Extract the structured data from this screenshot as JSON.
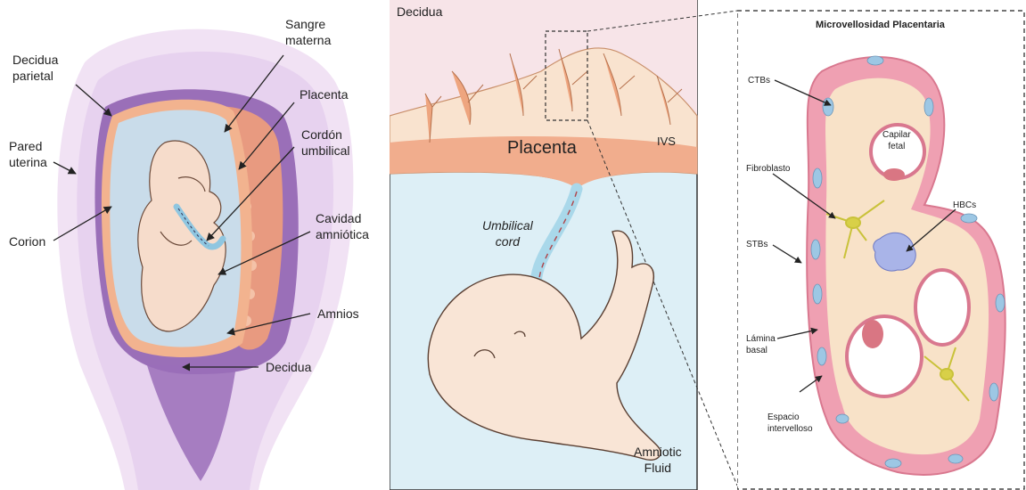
{
  "left_panel": {
    "labels": {
      "sangre_materna": "Sangre\nmaterna",
      "decidua_parietal": "Decidua\nparietal",
      "placenta": "Placenta",
      "cordon_umbilical": "Cordón\numbilical",
      "pared_uterina": "Pared\nuterina",
      "cavidad_amniotica": "Cavidad\namniótica",
      "corion": "Corion",
      "amnios": "Amnios",
      "decidua": "Decidua"
    }
  },
  "middle_panel": {
    "labels": {
      "decidua": "Decidua",
      "ivs": "IVS",
      "placenta": "Placenta",
      "umbilical_cord": "Umbilical\ncord",
      "amniotic_fluid": "Amniotic\nFluid"
    }
  },
  "right_panel": {
    "title": "Microvellosidad Placentaria",
    "labels": {
      "ctbs": "CTBs",
      "capilar_fetal": "Capilar\nfetal",
      "fibroblasto": "Fibroblasto",
      "hbcs": "HBCs",
      "stbs": "STBs",
      "lamina_basal": "Lámina\nbasal",
      "espacio_intervelloso": "Espacio\nintervelloso"
    }
  },
  "colors": {
    "uterus": "#eddcf0",
    "decidua": "#9a6fb8",
    "placenta": "#e89a80",
    "amniotic": "#c9dcea",
    "skin": "#f6dccb",
    "fluid": "#ddeff6",
    "cord": "#a9d8ea",
    "villus_outer": "#efa0b2",
    "villus_inner": "#f8e2c8"
  }
}
